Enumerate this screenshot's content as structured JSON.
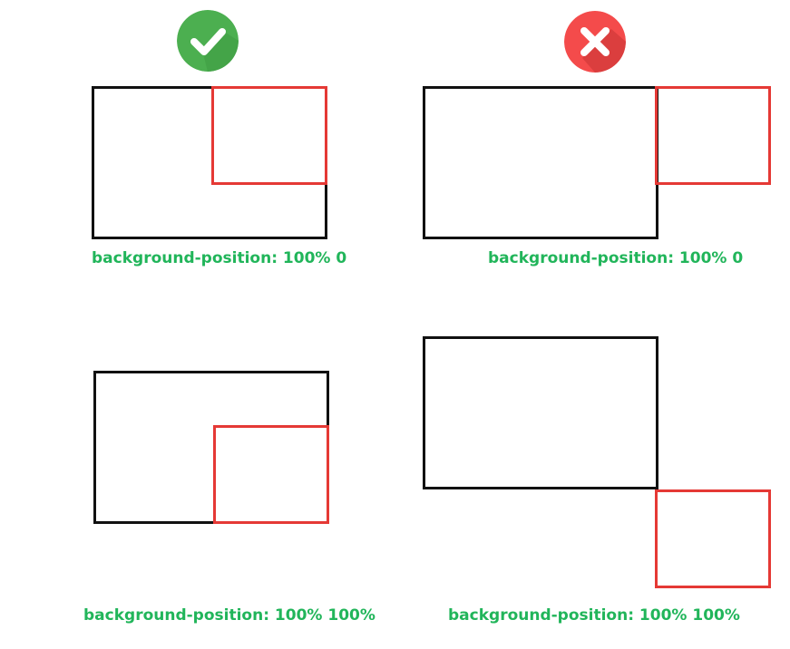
{
  "colors": {
    "good": "#4caf50",
    "bad": "#f44b4b",
    "container_border": "#111111",
    "image_border": "#e53935",
    "caption": "#21b55a"
  },
  "icons": {
    "good": "checkmark-icon",
    "bad": "close-icon"
  },
  "examples": {
    "correct_top": {
      "caption": "background-position: 100% 0"
    },
    "wrong_top": {
      "caption": "background-position: 100% 0"
    },
    "correct_bottom": {
      "caption": "background-position: 100% 100%"
    },
    "wrong_bottom": {
      "caption": "background-position: 100% 100%"
    }
  }
}
